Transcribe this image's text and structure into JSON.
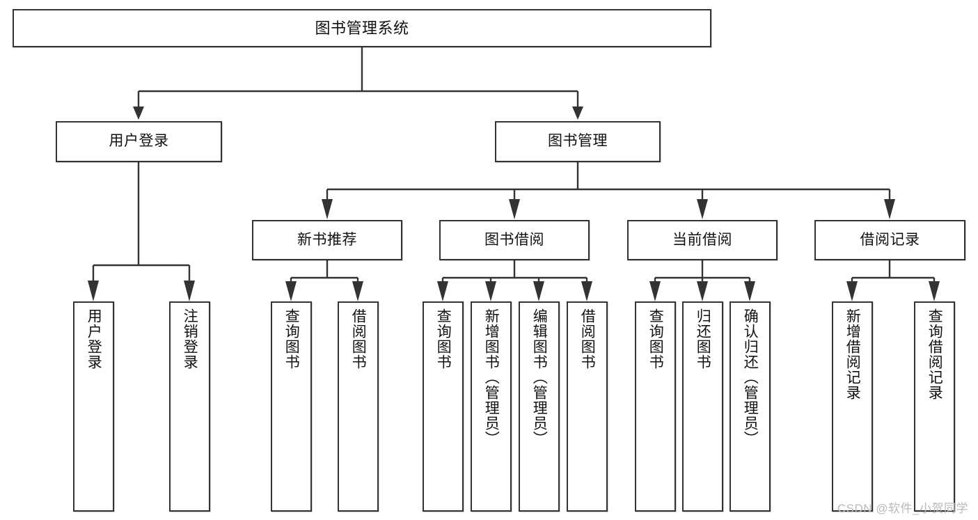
{
  "diagram": {
    "title": "图书管理系统",
    "type": "tree",
    "watermark": "CSDN @软件_小贺同学",
    "colors": {
      "border": "#333333",
      "fill": "#ffffff",
      "text": "#111111",
      "connector": "#333333",
      "watermark": "#b9b9b9"
    },
    "nodes": {
      "root": {
        "label": "图书管理系统"
      },
      "level2": [
        {
          "label": "用户登录"
        },
        {
          "label": "图书管理"
        }
      ],
      "level3": [
        {
          "label": "新书推荐"
        },
        {
          "label": "图书借阅"
        },
        {
          "label": "当前借阅"
        },
        {
          "label": "借阅记录"
        }
      ],
      "leaves": {
        "user_login": [
          {
            "label": "用户登录"
          },
          {
            "label": "注销登录"
          }
        ],
        "new_book": [
          {
            "label": "查询图书"
          },
          {
            "label": "借阅图书"
          }
        ],
        "book_borrow": [
          {
            "label": "查询图书"
          },
          {
            "label": "新增图书（管理员）"
          },
          {
            "label": "编辑图书（管理员）"
          },
          {
            "label": "借阅图书"
          }
        ],
        "current_borrow": [
          {
            "label": "查询图书"
          },
          {
            "label": "归还图书"
          },
          {
            "label": "确认归还（管理员）"
          }
        ],
        "borrow_record": [
          {
            "label": "新增借阅记录"
          },
          {
            "label": "查询借阅记录"
          }
        ]
      }
    }
  }
}
